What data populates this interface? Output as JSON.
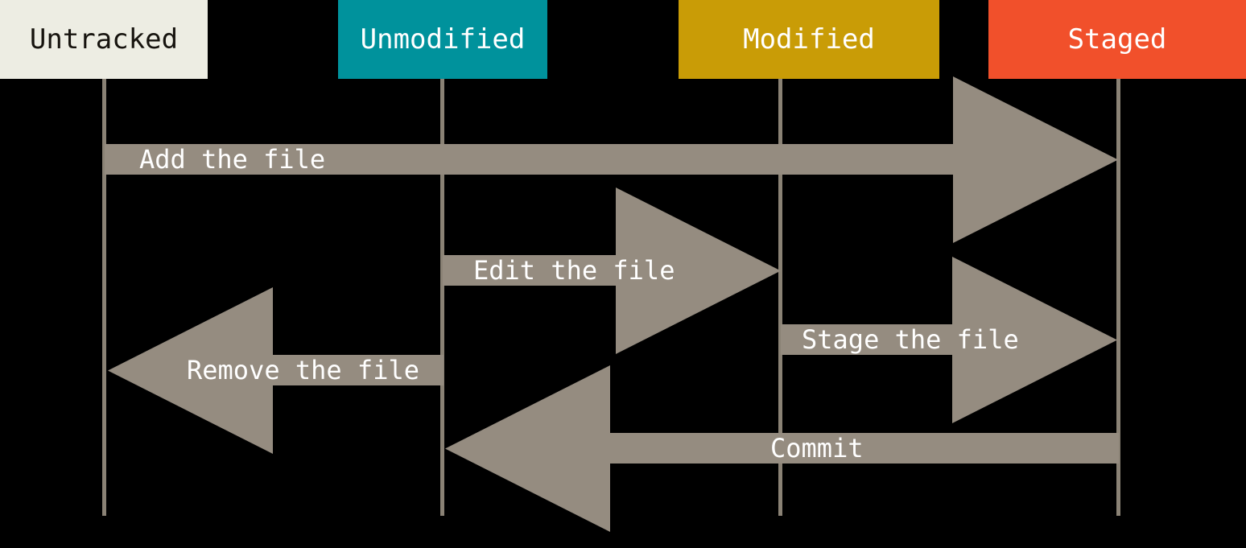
{
  "diagram": {
    "states": [
      {
        "id": "untracked",
        "label": "Untracked",
        "color": "#EDEDE3",
        "text_color": "#16130E"
      },
      {
        "id": "unmodified",
        "label": "Unmodified",
        "color": "#00929C",
        "text_color": "#FFFFFF"
      },
      {
        "id": "modified",
        "label": "Modified",
        "color": "#C99C06",
        "text_color": "#FFFFFF"
      },
      {
        "id": "staged",
        "label": "Staged",
        "color": "#F1502B",
        "text_color": "#FFFFFF"
      }
    ],
    "transitions": [
      {
        "label": "Add the file",
        "from": "untracked",
        "to": "staged",
        "direction": "right"
      },
      {
        "label": "Edit the file",
        "from": "unmodified",
        "to": "modified",
        "direction": "right"
      },
      {
        "label": "Stage the file",
        "from": "modified",
        "to": "staged",
        "direction": "right"
      },
      {
        "label": "Remove the file",
        "from": "unmodified",
        "to": "untracked",
        "direction": "left"
      },
      {
        "label": "Commit",
        "from": "staged",
        "to": "unmodified",
        "direction": "left"
      }
    ],
    "colors": {
      "background": "#000000",
      "arrow": "#958C80",
      "lifeline": "#8A8275",
      "label_text": "#FFFFFF"
    }
  }
}
